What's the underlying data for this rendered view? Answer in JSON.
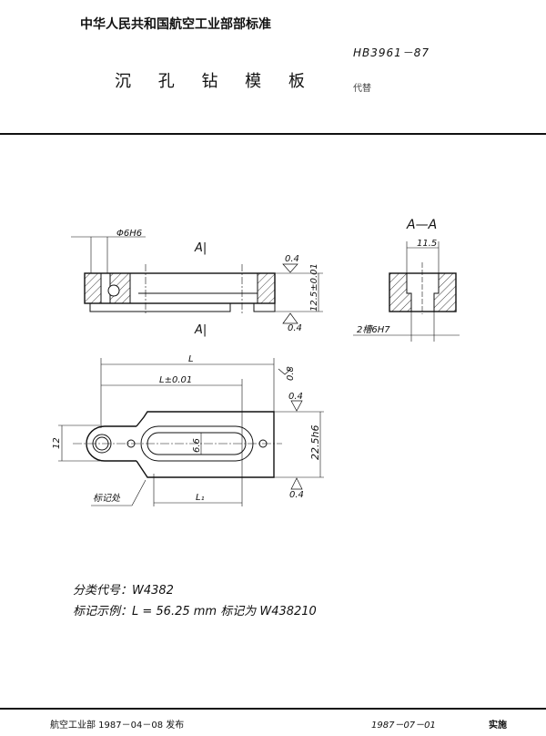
{
  "header": {
    "organization": "中华人民共和国航空工业部部标准",
    "standard_code": "HB3961－87",
    "title": "沉 孔 钻 模 板",
    "replaces_label": "代替"
  },
  "drawing": {
    "side_view": {
      "hole_dim": "Φ6H6",
      "section_mark_top": "A|",
      "section_mark_bottom": "A|",
      "roughness_top": "0.4",
      "roughness_bottom": "0.4",
      "height_dim": "12.5±0.01"
    },
    "section_view": {
      "title": "A—A",
      "width_dim": "11.5",
      "slot_note": "2槽6H7"
    },
    "plan_view": {
      "length_dim": "L",
      "hole_distance_dim": "L±0.01",
      "lobe_dim": "12",
      "slot_width_dim": "6.6",
      "width_dim": "22.5h6",
      "roughness_end": "0.8",
      "roughness_top": "0.4",
      "roughness_bottom": "0.4",
      "marking_location": "标记处",
      "slot_length_dim": "L₁"
    }
  },
  "notes": {
    "classification": "分类代号：W4382",
    "marking_example": "标记示例：L = 56.25 mm   标记为   W438210"
  },
  "footer": {
    "issued": "航空工业部 1987－04－08  发布",
    "effective_date": "1987－07－01",
    "effective_label": "实施"
  }
}
